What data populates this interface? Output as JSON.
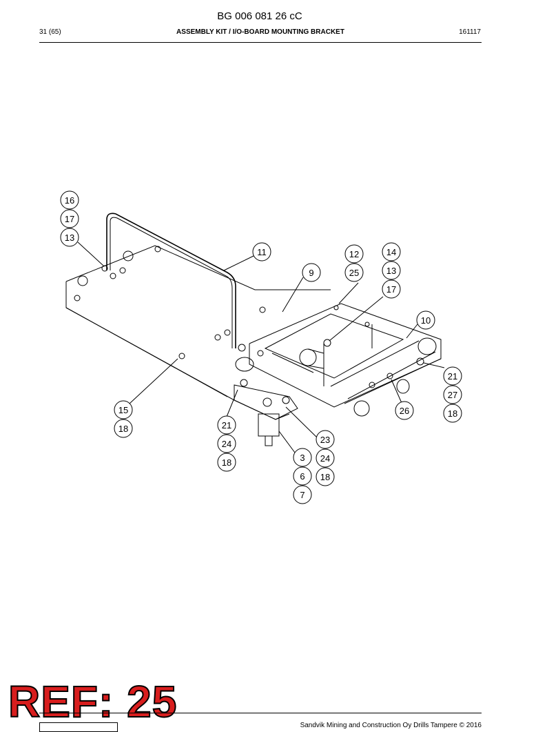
{
  "header": {
    "doc_code": "BG 006 081 26 cC",
    "page": "31 (65)",
    "section_title": "ASSEMBLY KIT / I/O-BOARD MOUNTING BRACKET",
    "date_code": "161117"
  },
  "callouts": [
    "16",
    "17",
    "13",
    "11",
    "9",
    "12",
    "25",
    "14",
    "13",
    "17",
    "10",
    "21",
    "27",
    "18",
    "15",
    "18",
    "21",
    "24",
    "18",
    "23",
    "24",
    "18",
    "26",
    "3",
    "6",
    "7"
  ],
  "stamp": {
    "text": "REF: 25"
  },
  "footer": {
    "copyright": "Sandvik Mining and Construction Oy Drills Tampere © 2016"
  },
  "colors": {
    "stamp_fill": "#d81e1e",
    "stamp_outline": "#000000"
  }
}
